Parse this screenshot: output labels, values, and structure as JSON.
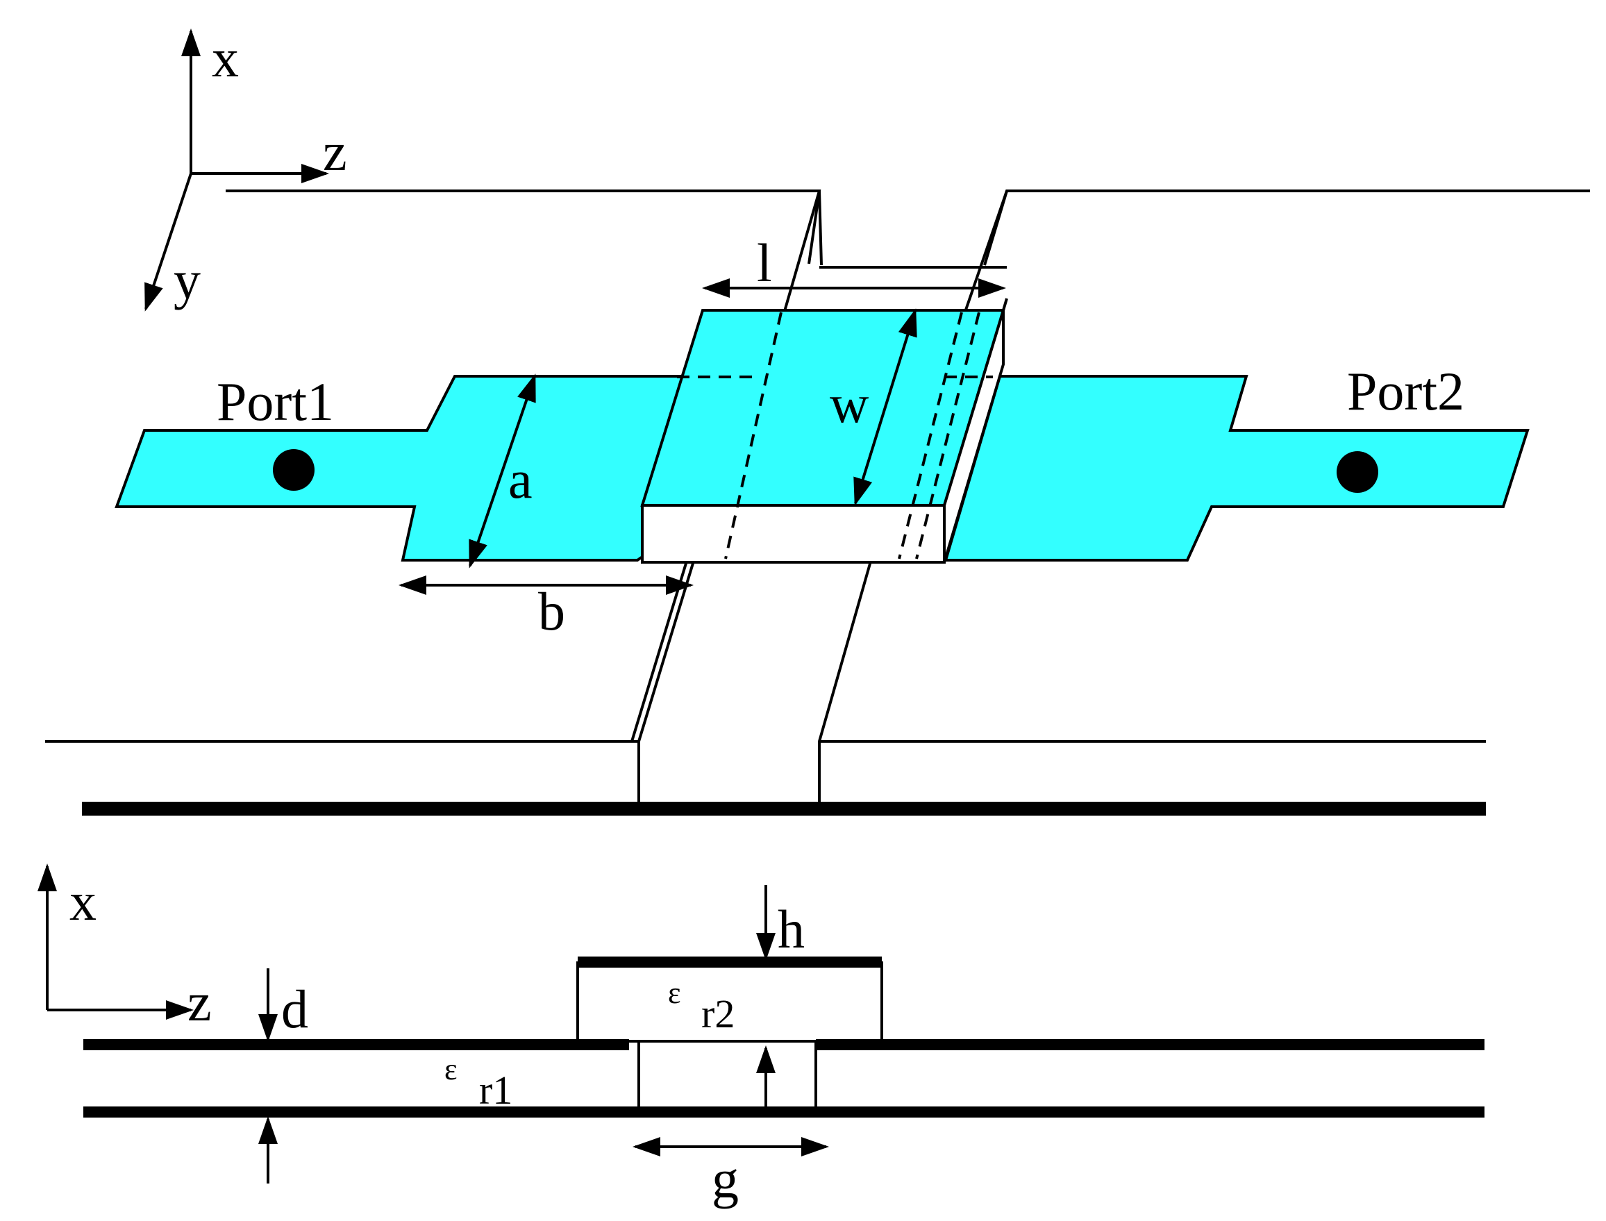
{
  "colors": {
    "microstrip_fill": "#33ffff",
    "line": "#000000",
    "background": "#ffffff"
  },
  "top_view": {
    "axes": {
      "x": "x",
      "z": "z",
      "y": "y"
    },
    "port1": "Port1",
    "port2": "Port2",
    "dims": {
      "a": "a",
      "b": "b",
      "l": "l",
      "w": "w"
    }
  },
  "side_view": {
    "axes": {
      "x": "x",
      "z": "z"
    },
    "dims": {
      "d": "d",
      "h": "h",
      "g": "g"
    },
    "er1": {
      "symbol": "ε",
      "subscript": "r1"
    },
    "er2": {
      "symbol": "ε",
      "subscript": "r2"
    }
  }
}
